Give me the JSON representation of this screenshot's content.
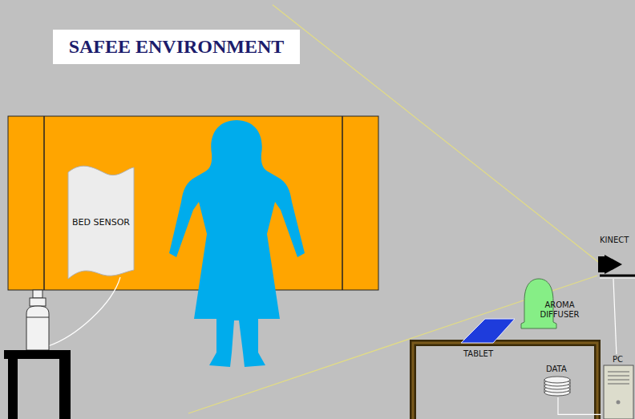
{
  "diagram": {
    "title": "SAFEE ENVIRONMENT",
    "nodes": [
      {
        "text": [
          "BED SENSOR"
        ]
      },
      {
        "text": [
          "KINECT"
        ]
      },
      {
        "text": [
          "AROMA DIFFUSER"
        ]
      },
      {
        "text": [
          "TABLET"
        ]
      },
      {
        "text": [
          "PC"
        ]
      },
      {
        "text": [
          "DATA"
        ]
      }
    ],
    "edges": [
      {
        "from": 1,
        "to": 4,
        "arrow": "none"
      },
      {
        "from": 5,
        "to": 4,
        "arrow": "none"
      }
    ]
  }
}
